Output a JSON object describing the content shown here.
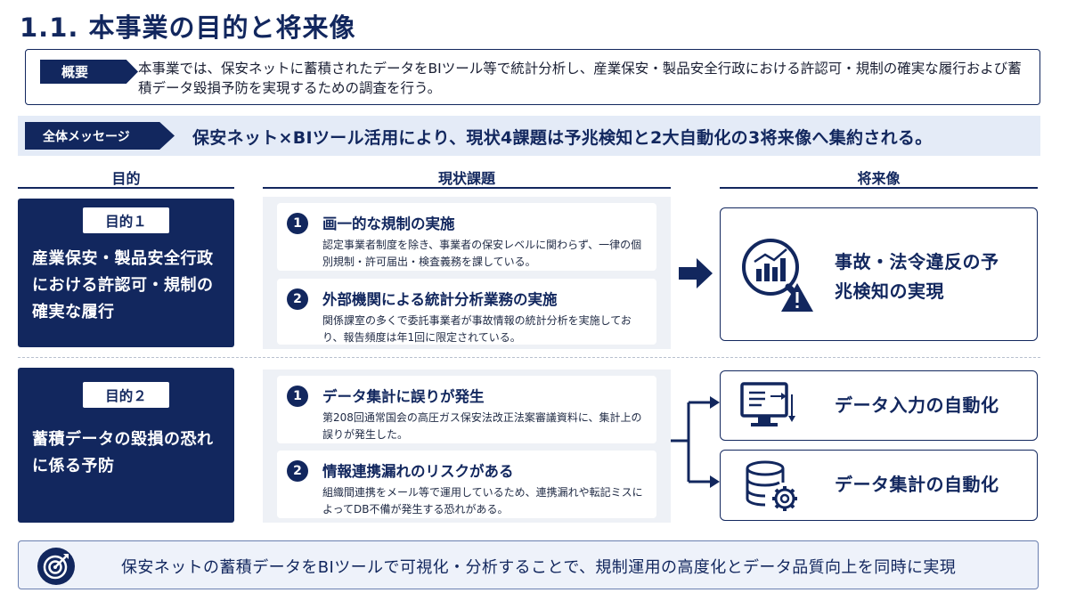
{
  "title": "1.1. 本事業の目的と将来像",
  "overview": {
    "label": "概要",
    "text": "本事業では、保安ネットに蓄積されたデータをBIツール等で統計分析し、産業保安・製品安全行政における許認可・規制の確実な履行および蓄積データ毀損予防を実現するための調査を行う。"
  },
  "message": {
    "label": "全体メッセージ",
    "text": "保安ネット×BIツール活用により、現状4課題は予兆検知と2大自動化の3将来像へ集約される。"
  },
  "columns": {
    "purpose": "目的",
    "issues": "現状課題",
    "future": "将来像"
  },
  "purposes": [
    {
      "label": "目的１",
      "text": "産業保安・製品安全行政における許認可・規制の確実な履行"
    },
    {
      "label": "目的２",
      "text": "蓄積データの毀損の恐れに係る予防"
    }
  ],
  "issues": [
    {
      "num": "1",
      "title": "画一的な規制の実施",
      "desc": "認定事業者制度を除き、事業者の保安レベルに関わらず、一律の個別規制・許可届出・検査義務を課している。"
    },
    {
      "num": "2",
      "title": "外部機関による統計分析業務の実施",
      "desc": "関係課室の多くで委託事業者が事故情報の統計分析を実施しており、報告頻度は年1回に限定されている。"
    },
    {
      "num": "1",
      "title": "データ集計に誤りが発生",
      "desc": "第208回通常国会の高圧ガス保安法改正法案審議資料に、集計上の誤りが発生した。"
    },
    {
      "num": "2",
      "title": "情報連携漏れのリスクがある",
      "desc": "組織間連携をメール等で運用しているため、連携漏れや転記ミスによってDB不備が発生する恐れがある。"
    }
  ],
  "futures": [
    {
      "text": "事故・法令違反の予兆検知の実現",
      "icon": "analytics-warning-icon"
    },
    {
      "text": "データ入力の自動化",
      "icon": "monitor-input-icon"
    },
    {
      "text": "データ集計の自動化",
      "icon": "database-gear-icon"
    }
  ],
  "conclusion": {
    "text": "保安ネットの蓄積データをBIツールで可視化・分析することで、規制運用の高度化とデータ品質向上を同時に実現",
    "icon": "target-icon"
  },
  "colors": {
    "navy": "#12275e",
    "light_band": "#e4ebf7",
    "card_bg": "#eef1f6"
  }
}
